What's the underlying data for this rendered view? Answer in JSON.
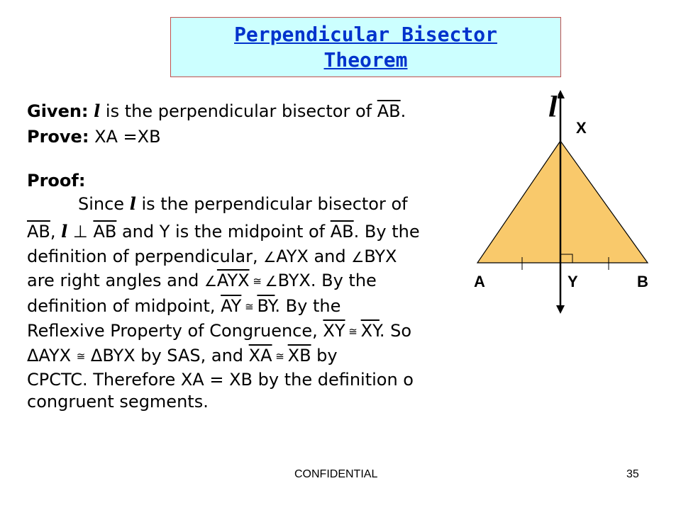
{
  "slide": {
    "title_line1": "Perpendicular Bisector",
    "title_line2": "Theorem",
    "given_label": "Given:",
    "given_l": "l",
    "given_text": " is the perpendicular bisector of",
    "given_seg": "AB",
    "given_end": ".",
    "prove_label": "Prove:",
    "prove_text": " XA =XB",
    "proof_label": "Proof:"
  },
  "proof": {
    "l1_a": "Since ",
    "l1_l": "l",
    "l1_b": " is the perpendicular bisector of",
    "l2_seg1": "AB",
    "l2_a": ", ",
    "l2_l": "l",
    "l2_perp": " ⊥ ",
    "l2_seg2": "AB",
    "l2_b": " and Y is the midpoint of ",
    "l2_seg3": "AB",
    "l2_c": ". By the",
    "l3_a": "definition of perpendicular, ",
    "l3_ang1": "∠",
    "l3_b": "AYX and ",
    "l3_ang2": "∠",
    "l3_c": "BYX",
    "l4_a": "are right angles and ",
    "l4_ang1": "∠",
    "l4_b": "AYX",
    "l4_cong": " ≅ ",
    "l4_ang2": "∠",
    "l4_c": "BYX. By the",
    "l5_a": "definition of midpoint, ",
    "l5_seg1": "AY",
    "l5_cong": " ≅ ",
    "l5_seg2": "BY",
    "l5_b": ". By the",
    "l6_a": "Reflexive Property of Congruence, ",
    "l6_seg1": "XY",
    "l6_cong": " ≅ ",
    "l6_seg2": "XY",
    "l6_b": ". So",
    "l7_tri1": "Δ",
    "l7_a": "AYX ",
    "l7_cong1": "≅",
    "l7_tri2": " Δ",
    "l7_b": "BYX by SAS, and ",
    "l7_seg1": "XA",
    "l7_cong2": " ≅ ",
    "l7_seg2": "XB",
    "l7_c": " by",
    "l8": "CPCTC. Therefore XA = XB by the definition o",
    "l9": "congruent segments."
  },
  "diagram": {
    "line_label": "l",
    "x_label": "X",
    "a_label": "A",
    "y_label": "Y",
    "b_label": "B",
    "fill": "#f9c96b"
  },
  "footer": {
    "center": "CONFIDENTIAL",
    "page": "35"
  }
}
